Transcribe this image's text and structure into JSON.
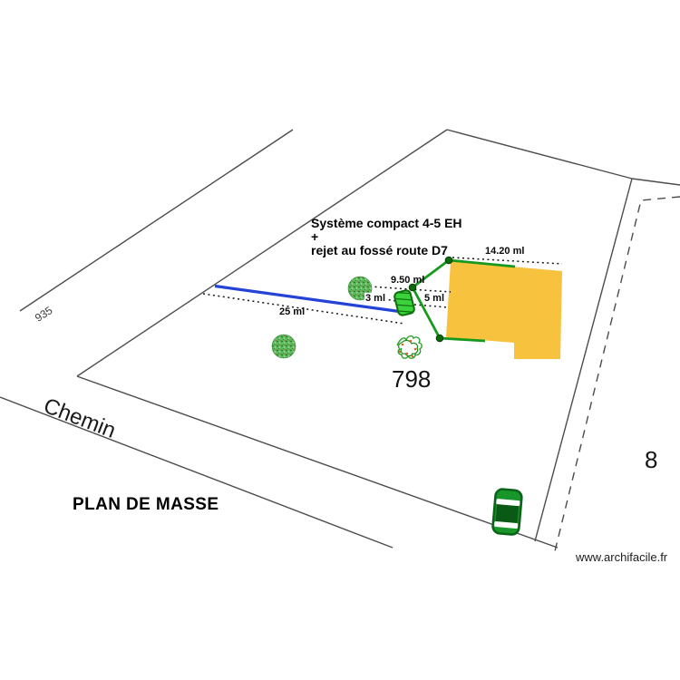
{
  "plan": {
    "title": "PLAN DE MASSE",
    "watermark": "www.archifacile.fr",
    "parcel_number": "798",
    "neighbor_parcel_left": "935",
    "neighbor_parcel_right": "8",
    "road_name": "Chemin"
  },
  "annotation": {
    "line1": "Système compact 4-5 EH",
    "line2": "+",
    "line3": "rejet au fossé route D7"
  },
  "measurements": {
    "building_top": "14.20 ml",
    "to_building": "9.50 ml",
    "tree_to_system": "3 ml",
    "system_to_building": "5 ml",
    "pipe": "25 ml"
  },
  "symbols": {
    "trees": "tree-icon",
    "shrub": "shrub-scribble-icon",
    "car": "car-icon",
    "compact_system": "compact-system-icon",
    "pipe": "pipe-line"
  },
  "colors": {
    "building_yellow": "#F7C33E",
    "pipe_blue": "#2343D7",
    "system_green": "#169A1E",
    "boundary_grey": "#4C4C4C"
  }
}
